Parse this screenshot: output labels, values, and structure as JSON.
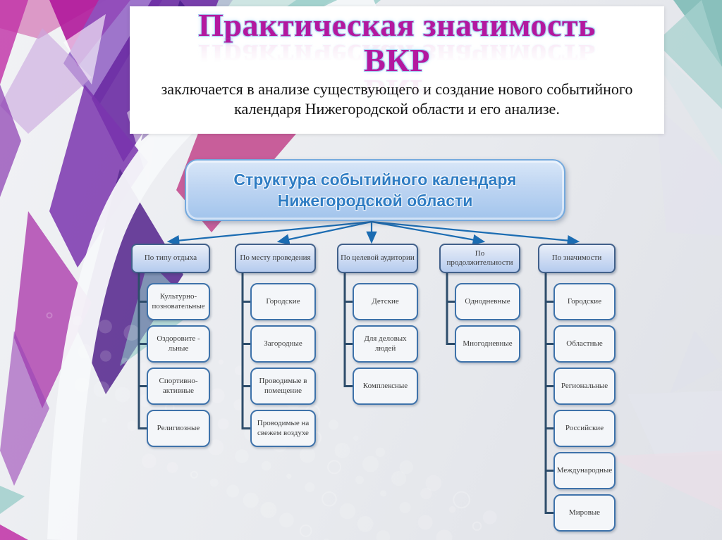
{
  "slide": {
    "title_line1": "Практическая значимость",
    "title_line2": "ВКР",
    "subtitle": "заключается в анализе существующего и создание нового событийного календаря Нижегородской области и его анализе."
  },
  "diagram": {
    "root_line1": "Структура событийного календаря",
    "root_line2": "Нижегородской области",
    "columns": [
      {
        "label": "По типу отдыха",
        "leaves": [
          "Культурно-позновательные",
          "Оздоровите - льные",
          "Спортивно-активные",
          "Религиозные"
        ]
      },
      {
        "label": "По месту проведения",
        "leaves": [
          "Городские",
          "Загородные",
          "Проводимые в помещение",
          "Проводимые на свежем воздухе"
        ]
      },
      {
        "label": "По целевой аудитории",
        "leaves": [
          "Детские",
          "Для деловых людей",
          "Комплексные"
        ]
      },
      {
        "label": "По продолжительности",
        "leaves": [
          "Однодневные",
          "Многодневные"
        ]
      },
      {
        "label": "По значимости",
        "leaves": [
          "Городские",
          "Областные",
          "Региональные",
          "Российские",
          "Международные",
          "Мировые"
        ]
      }
    ]
  },
  "colors": {
    "title_text": "#b3189f",
    "subtitle_text": "#141414",
    "root_box_border": "#74a9dd",
    "root_box_text": "#2e7cc3",
    "category_border": "#41608a",
    "category_fill_top": "#e9eef8",
    "category_fill_bottom": "#b5cbee",
    "leaf_border": "#3e72aa",
    "leaf_fill": "#f4f6f9",
    "box_text": "#3a3a3a",
    "connector": "#2e4d6b",
    "arrow": "#1b6cb2"
  }
}
